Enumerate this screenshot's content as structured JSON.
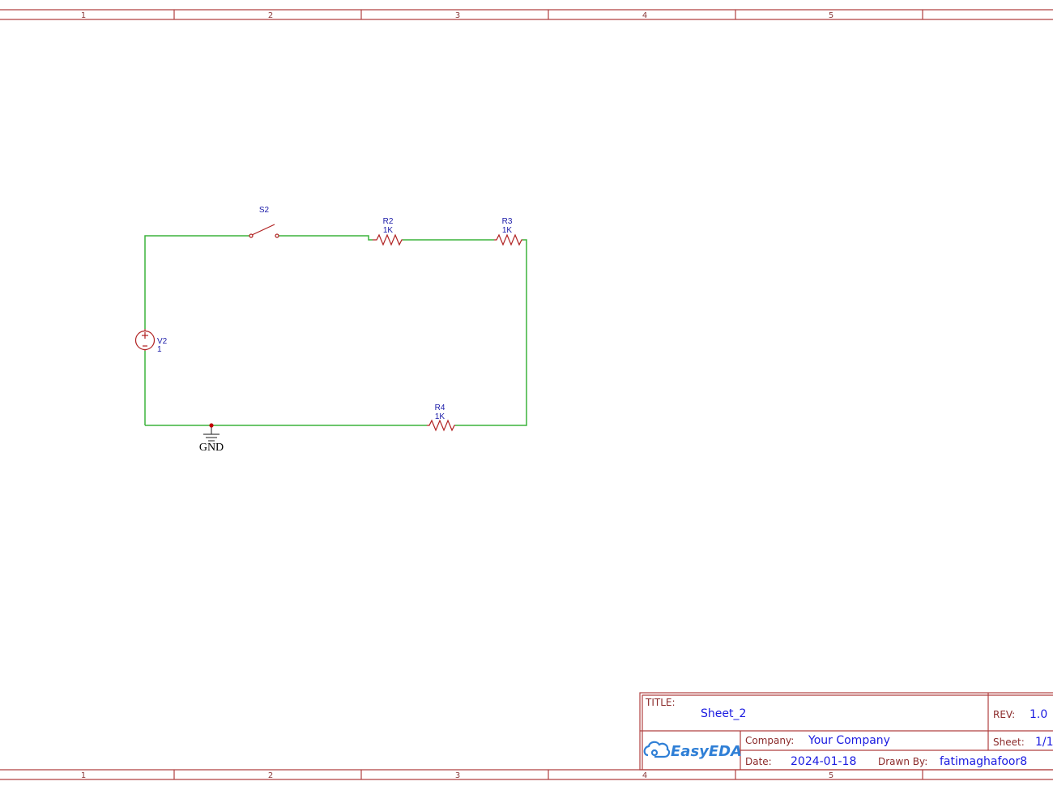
{
  "frame": {
    "zones": [
      "1",
      "2",
      "3",
      "4",
      "5"
    ]
  },
  "components": {
    "switch": {
      "ref": "S2"
    },
    "r2": {
      "ref": "R2",
      "value": "1K"
    },
    "r3": {
      "ref": "R3",
      "value": "1K"
    },
    "r4": {
      "ref": "R4",
      "value": "1K"
    },
    "source": {
      "ref": "V2",
      "value": "1"
    },
    "ground": {
      "label": "GND"
    }
  },
  "title_block": {
    "title_key": "TITLE:",
    "title": "Sheet_2",
    "rev_key": "REV:",
    "rev": "1.0",
    "company_key": "Company:",
    "company": "Your Company",
    "sheet_key": "Sheet:",
    "sheet": "1/1",
    "date_key": "Date:",
    "date": "2024-01-18",
    "drawn_key": "Drawn By:",
    "drawn_by": "fatimaghafoor8",
    "logo": "EasyEDA"
  },
  "colors": {
    "frame": "#b04040",
    "wire": "#3cb43c",
    "component": "#b02020",
    "label": "#1a1aa8",
    "value_text": "#1a1ae0"
  }
}
